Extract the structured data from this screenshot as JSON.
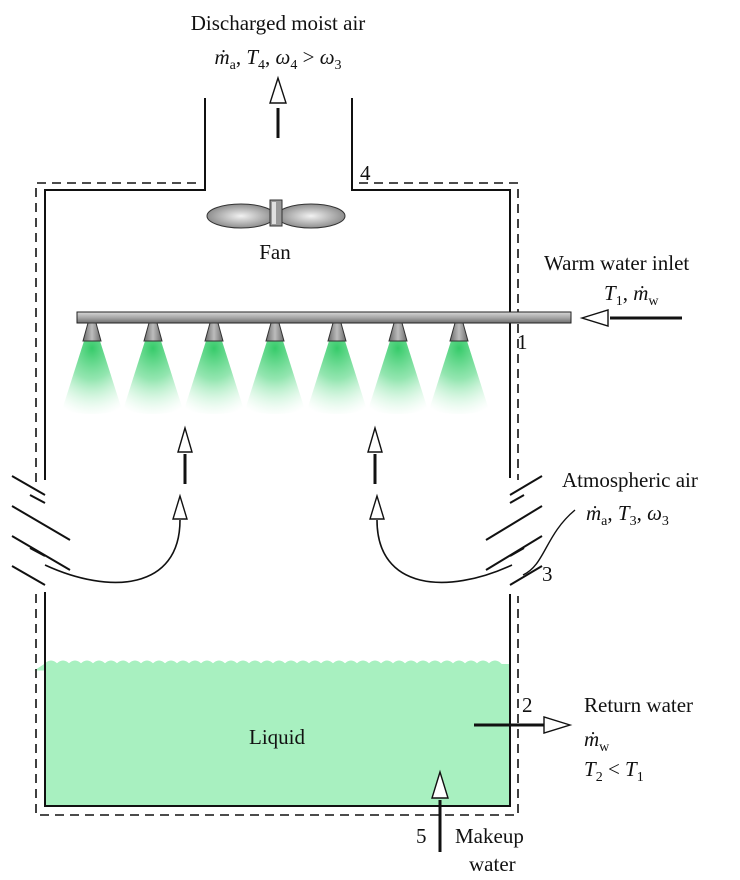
{
  "outlet": {
    "title": "Discharged moist air",
    "ma": "ṁ",
    "ma_sub": "a",
    "T": "T",
    "T_sub": "4",
    "w": "ω",
    "w_sub": "4",
    "gt": ">",
    "w2": "ω",
    "w2_sub": "3"
  },
  "state_labels": {
    "s1": "1",
    "s2": "2",
    "s3": "3",
    "s4": "4",
    "s5": "5"
  },
  "fan_label": "Fan",
  "warm_inlet": {
    "title": "Warm water inlet",
    "T": "T",
    "T_sub": "1",
    "mw": "ṁ",
    "mw_sub": "w"
  },
  "atm_air": {
    "title": "Atmospheric air",
    "ma": "ṁ",
    "ma_sub": "a",
    "T": "T",
    "T_sub": "3",
    "w": "ω",
    "w_sub": "3"
  },
  "liquid_label": "Liquid",
  "return_water": {
    "title": "Return water",
    "mw": "ṁ",
    "mw_sub": "w",
    "T2": "T",
    "T2_sub": "2",
    "lt": "<",
    "T1": "T",
    "T1_sub": "1"
  },
  "makeup": {
    "line1": "Makeup",
    "line2": "water"
  },
  "colors": {
    "liquid": "#a8f0c0",
    "spray": "#3fd06e",
    "nozzle": "#8a8a8a",
    "pipe": "#a8a8a8"
  }
}
